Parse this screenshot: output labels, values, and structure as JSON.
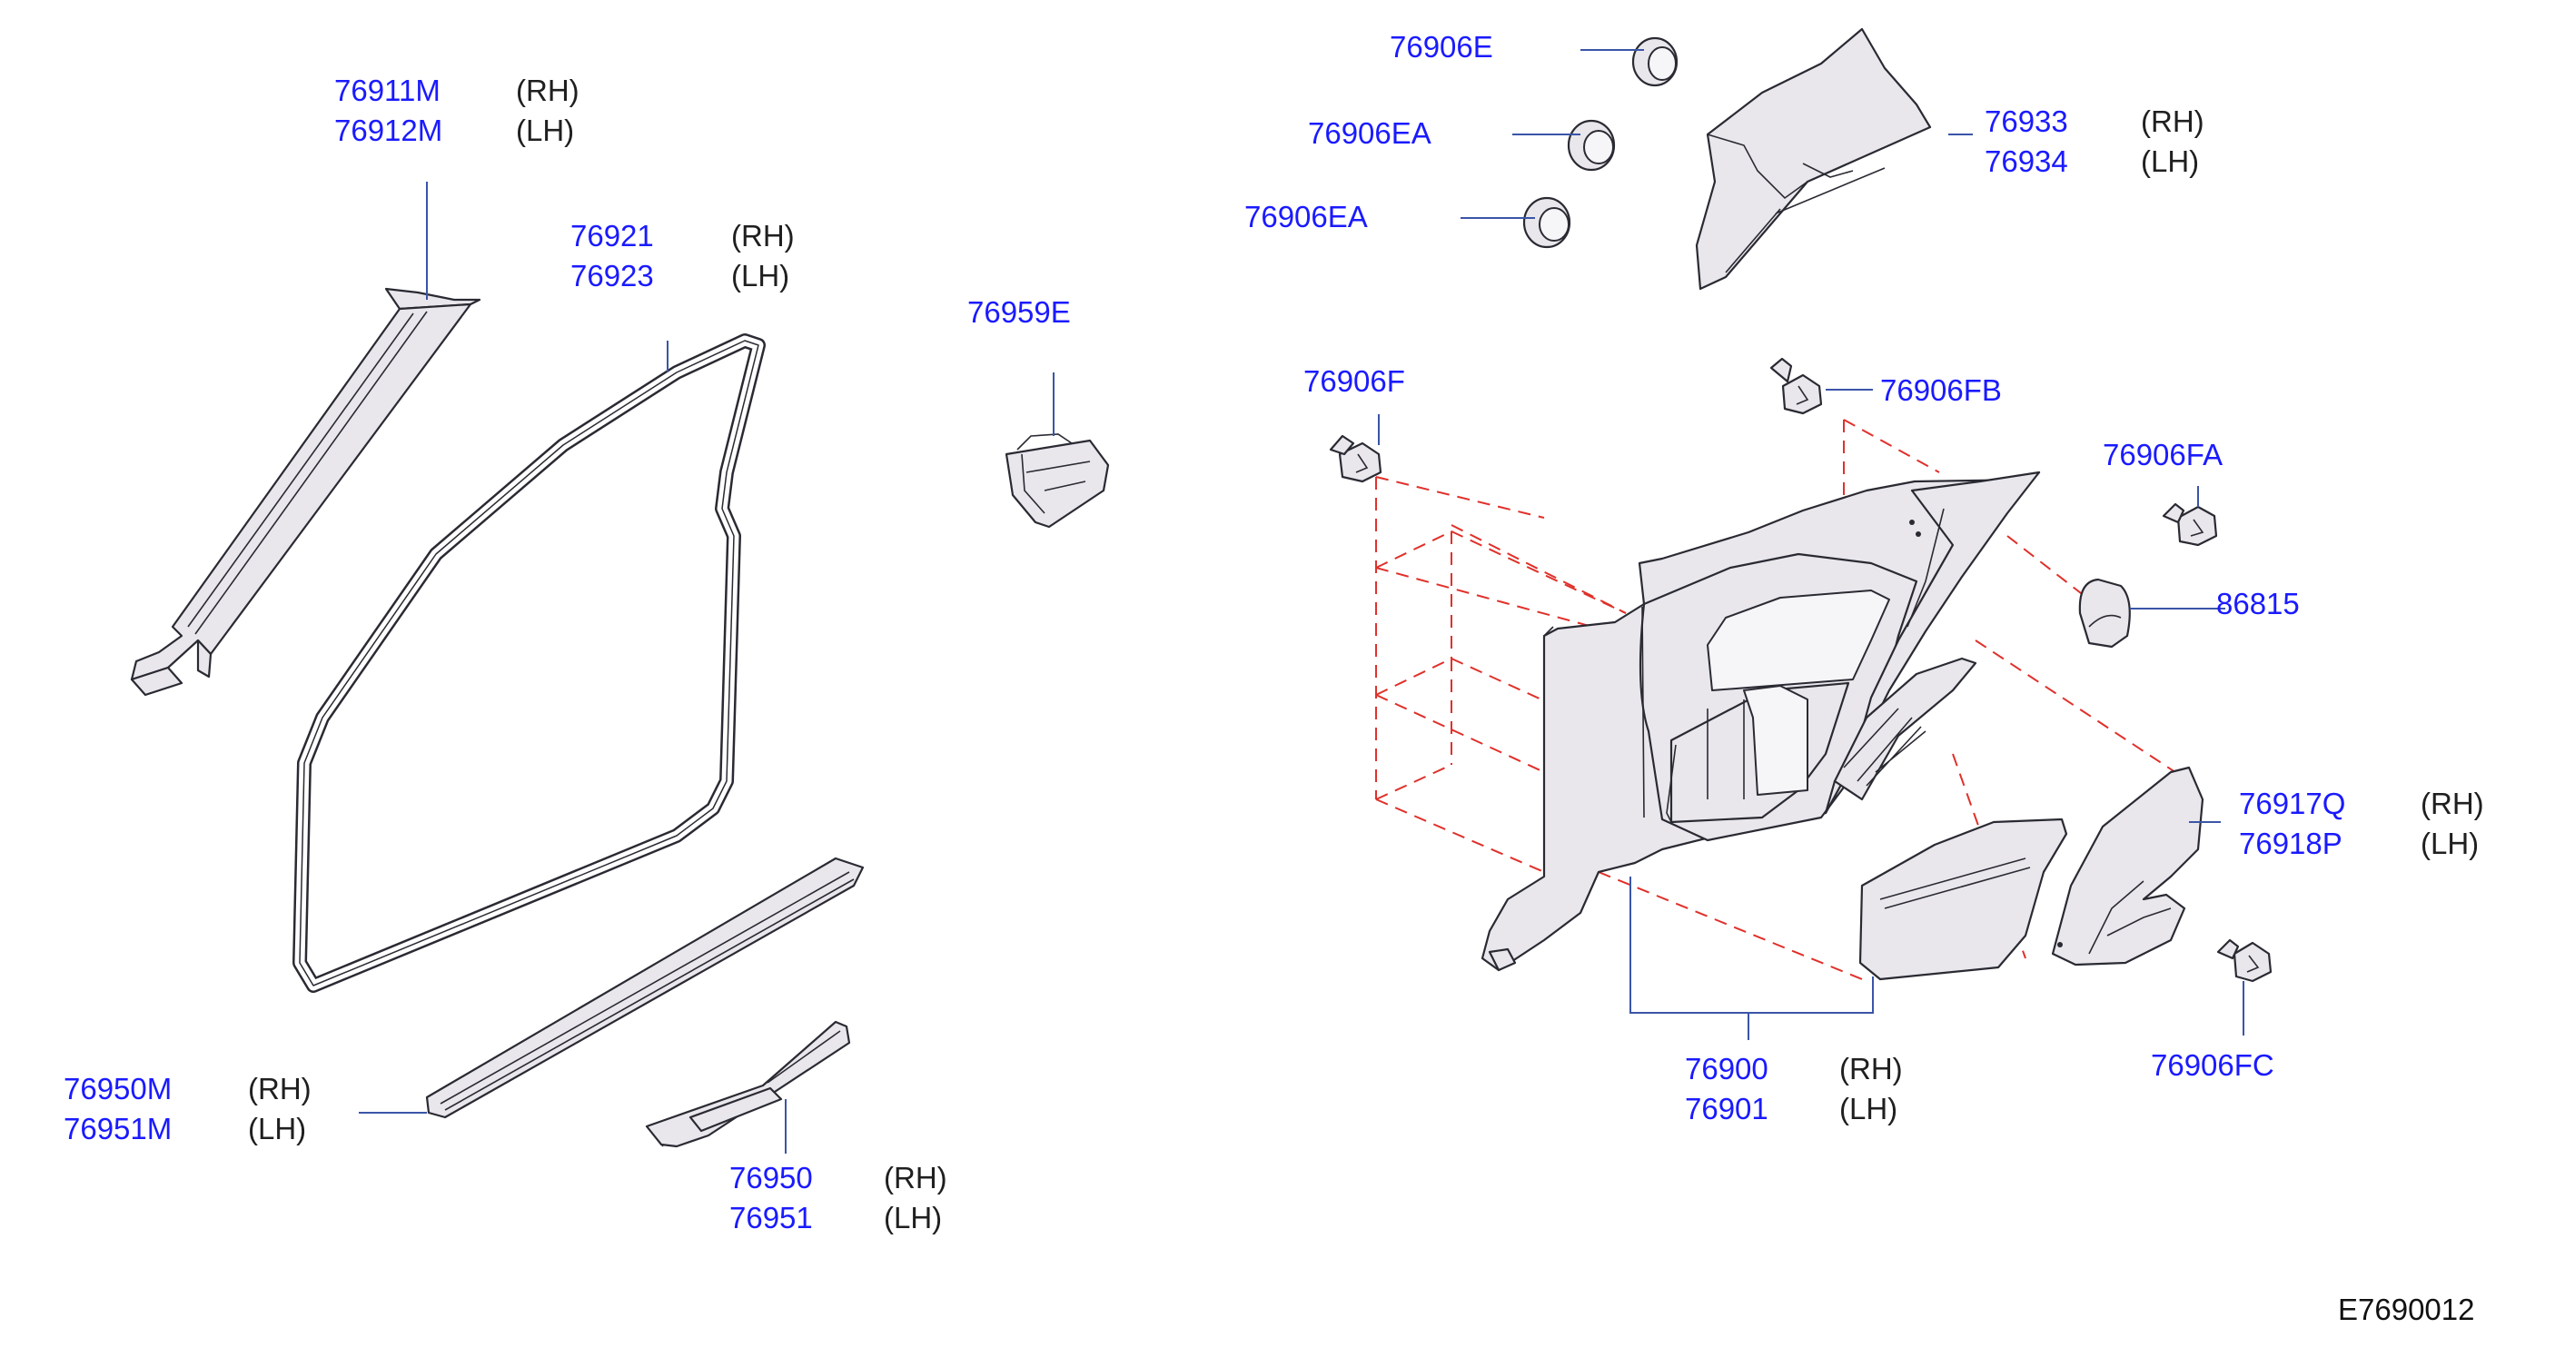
{
  "callouts": {
    "p76911": {
      "pn_rh": "76911M",
      "pn_lh": "76912M",
      "rh": "(RH)",
      "lh": "(LH)"
    },
    "p76921": {
      "pn_rh": "76921",
      "pn_lh": "76923",
      "rh": "(RH)",
      "lh": "(LH)"
    },
    "p76959": {
      "pn": "76959E"
    },
    "p76950m": {
      "pn_rh": "76950M",
      "pn_lh": "76951M",
      "rh": "(RH)",
      "lh": "(LH)"
    },
    "p76950": {
      "pn_rh": "76950",
      "pn_lh": "76951",
      "rh": "(RH)",
      "lh": "(LH)"
    },
    "p76906e": {
      "pn": "76906E"
    },
    "p76906ea1": {
      "pn": "76906EA"
    },
    "p76906ea2": {
      "pn": "76906EA"
    },
    "p76933": {
      "pn_rh": "76933",
      "pn_lh": "76934",
      "rh": "(RH)",
      "lh": "(LH)"
    },
    "p76906f": {
      "pn": "76906F"
    },
    "p76906fb": {
      "pn": "76906FB"
    },
    "p76906fa": {
      "pn": "76906FA"
    },
    "p86815": {
      "pn": "86815"
    },
    "p76917": {
      "pn_rh": "76917Q",
      "pn_lh": "76918P",
      "rh": "(RH)",
      "lh": "(LH)"
    },
    "p76900": {
      "pn_rh": "76900",
      "pn_lh": "76901",
      "rh": "(RH)",
      "lh": "(LH)"
    },
    "p76906fc": {
      "pn": "76906FC"
    }
  },
  "diagram_id": "E7690012",
  "colors": {
    "part_number": "#1a1aff",
    "leader": "#3a55a8",
    "assembly_dash": "#e0302a",
    "part_fill": "#e9e7ec",
    "outline": "#2a2a33"
  }
}
